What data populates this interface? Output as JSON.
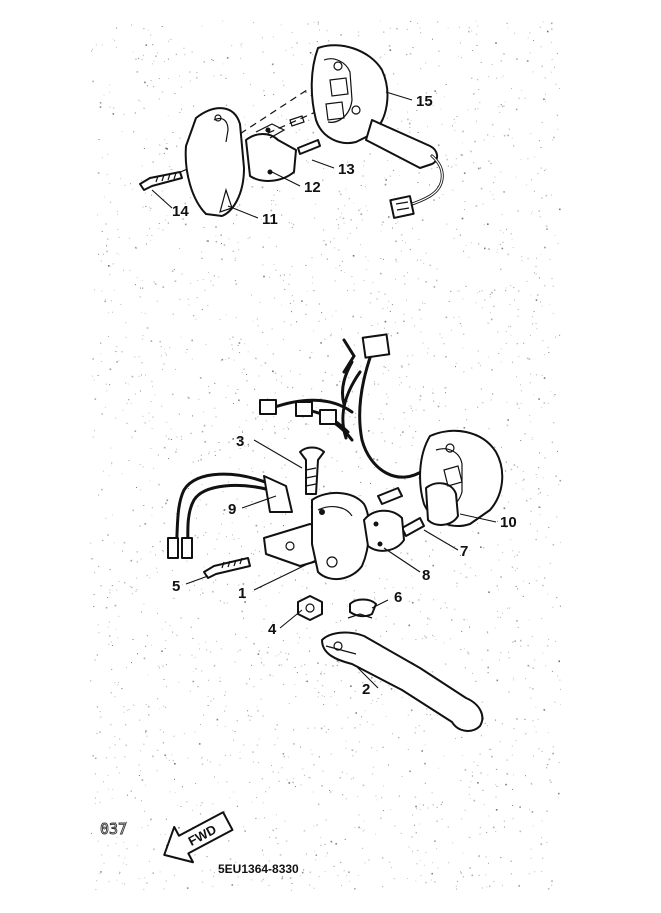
{
  "diagram": {
    "callouts": {
      "c1": "1",
      "c2": "2",
      "c3": "3",
      "c4": "4",
      "c5": "5",
      "c6": "6",
      "c7": "7",
      "c8": "8",
      "c9": "9",
      "c10": "10",
      "c11": "11",
      "c12": "12",
      "c13": "13",
      "c14": "14",
      "c15": "15"
    },
    "page_number": "037",
    "direction_label": "FWD",
    "drawing_code": "5EU1364-8330"
  }
}
